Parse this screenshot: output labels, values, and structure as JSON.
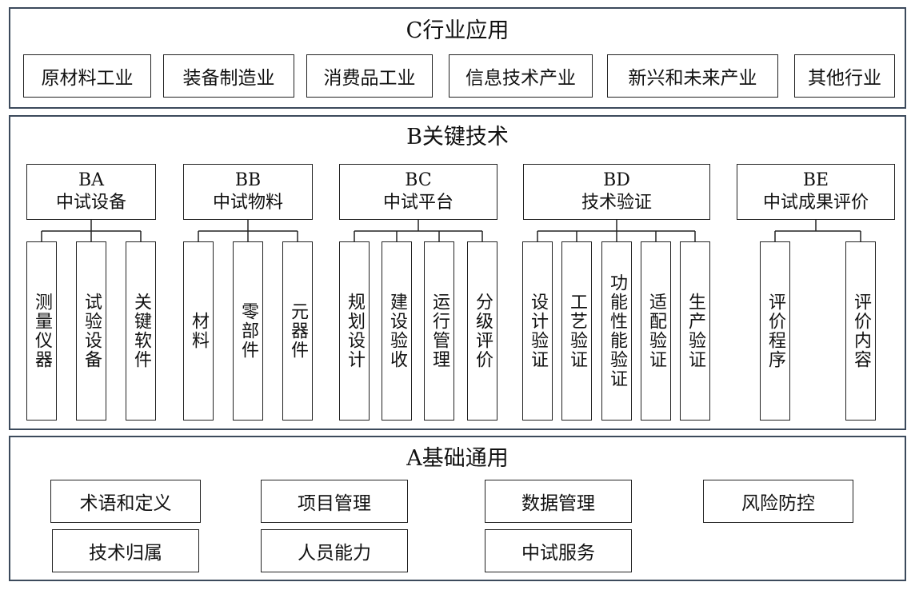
{
  "section_c": {
    "title": "C行业应用",
    "items": [
      "原材料工业",
      "装备制造业",
      "消费品工业",
      "信息技术产业",
      "新兴和未来产业",
      "其他行业"
    ]
  },
  "section_b": {
    "title": "B关键技术",
    "groups": [
      {
        "code": "BA",
        "name": "中试设备",
        "children": [
          "测量仪器",
          "试验设备",
          "关键软件"
        ]
      },
      {
        "code": "BB",
        "name": "中试物料",
        "children": [
          "材料",
          "零部件",
          "元器件"
        ]
      },
      {
        "code": "BC",
        "name": "中试平台",
        "children": [
          "规划设计",
          "建设验收",
          "运行管理",
          "分级评价"
        ]
      },
      {
        "code": "BD",
        "name": "技术验证",
        "children": [
          "设计验证",
          "工艺验证",
          "功能性能验证",
          "适配验证",
          "生产验证"
        ]
      },
      {
        "code": "BE",
        "name": "中试成果评价",
        "children": [
          "评价程序",
          "评价内容"
        ]
      }
    ]
  },
  "section_a": {
    "title": "A基础通用",
    "items": [
      "术语和定义",
      "项目管理",
      "数据管理",
      "风险防控",
      "技术归属",
      "人员能力",
      "中试服务"
    ]
  }
}
